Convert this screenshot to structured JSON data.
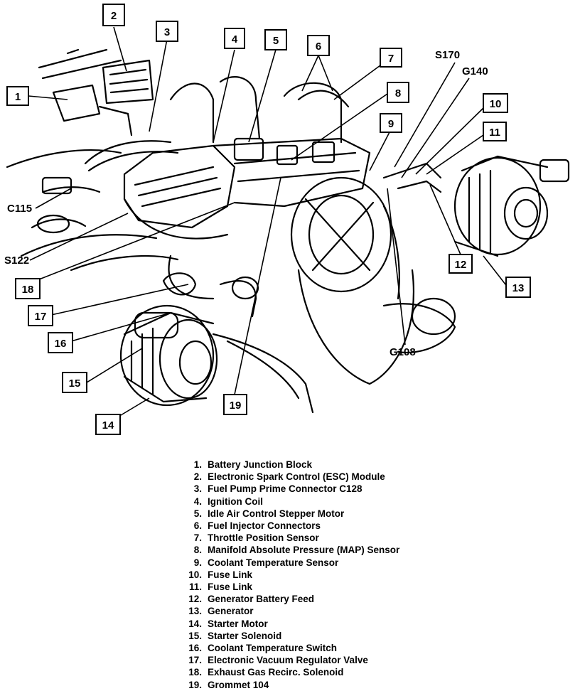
{
  "callouts": [
    {
      "id": 1,
      "label": "1"
    },
    {
      "id": 2,
      "label": "2"
    },
    {
      "id": 3,
      "label": "3"
    },
    {
      "id": 4,
      "label": "4"
    },
    {
      "id": 5,
      "label": "5"
    },
    {
      "id": 6,
      "label": "6"
    },
    {
      "id": 7,
      "label": "7"
    },
    {
      "id": 8,
      "label": "8"
    },
    {
      "id": 9,
      "label": "9"
    },
    {
      "id": 10,
      "label": "10"
    },
    {
      "id": 11,
      "label": "11"
    },
    {
      "id": 12,
      "label": "12"
    },
    {
      "id": 13,
      "label": "13"
    },
    {
      "id": 14,
      "label": "14"
    },
    {
      "id": 15,
      "label": "15"
    },
    {
      "id": 16,
      "label": "16"
    },
    {
      "id": 17,
      "label": "17"
    },
    {
      "id": 18,
      "label": "18"
    },
    {
      "id": 19,
      "label": "19"
    }
  ],
  "connectors": {
    "s170": "S170",
    "g140": "G140",
    "c115": "C115",
    "s122": "S122",
    "g108": "G108"
  },
  "legend": [
    {
      "num": "1.",
      "text": "Battery Junction Block"
    },
    {
      "num": "2.",
      "text": "Electronic Spark Control (ESC) Module"
    },
    {
      "num": "3.",
      "text": "Fuel Pump Prime Connector C128"
    },
    {
      "num": "4.",
      "text": "Ignition Coil"
    },
    {
      "num": "5.",
      "text": "Idle Air Control Stepper Motor"
    },
    {
      "num": "6.",
      "text": "Fuel Injector Connectors"
    },
    {
      "num": "7.",
      "text": "Throttle Position Sensor"
    },
    {
      "num": "8.",
      "text": "Manifold Absolute Pressure (MAP) Sensor"
    },
    {
      "num": "9.",
      "text": "Coolant Temperature Sensor"
    },
    {
      "num": "10.",
      "text": "Fuse Link"
    },
    {
      "num": "11.",
      "text": "Fuse Link"
    },
    {
      "num": "12.",
      "text": "Generator Battery Feed"
    },
    {
      "num": "13.",
      "text": "Generator"
    },
    {
      "num": "14.",
      "text": "Starter Motor"
    },
    {
      "num": "15.",
      "text": "Starter Solenoid"
    },
    {
      "num": "16.",
      "text": "Coolant Temperature Switch"
    },
    {
      "num": "17.",
      "text": "Electronic Vacuum Regulator Valve"
    },
    {
      "num": "18.",
      "text": "Exhaust Gas Recirc. Solenoid"
    },
    {
      "num": "19.",
      "text": "Grommet 104"
    }
  ]
}
